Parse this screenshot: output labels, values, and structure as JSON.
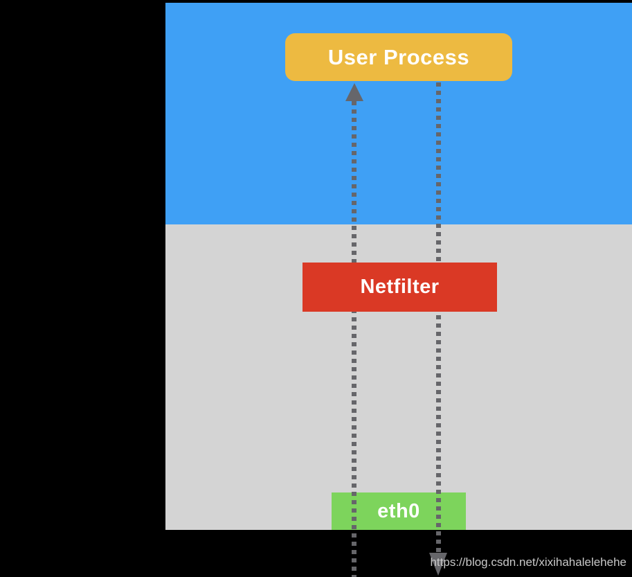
{
  "diagram": {
    "user_space": {
      "user_process_label": "User Process"
    },
    "kernel_space": {
      "netfilter_label": "Netfilter",
      "eth0_label": "eth0"
    },
    "flows": {
      "inbound": "dotted line with up arrow into User Process",
      "outbound": "dotted line from User Process with down arrow exiting bottom"
    },
    "watermark": "https://blog.csdn.net/xixihahalelehehe"
  },
  "colors": {
    "background-black": "#000000",
    "user-space-blue": "#3FA0F5",
    "kernel-space-gray": "#D4D4D4",
    "user-process-yellow": "#EDBA41",
    "netfilter-red": "#DA3925",
    "eth0-green": "#7DD45C",
    "flow-line-gray": "#66666A",
    "watermark-gray": "#C8C8C8"
  }
}
